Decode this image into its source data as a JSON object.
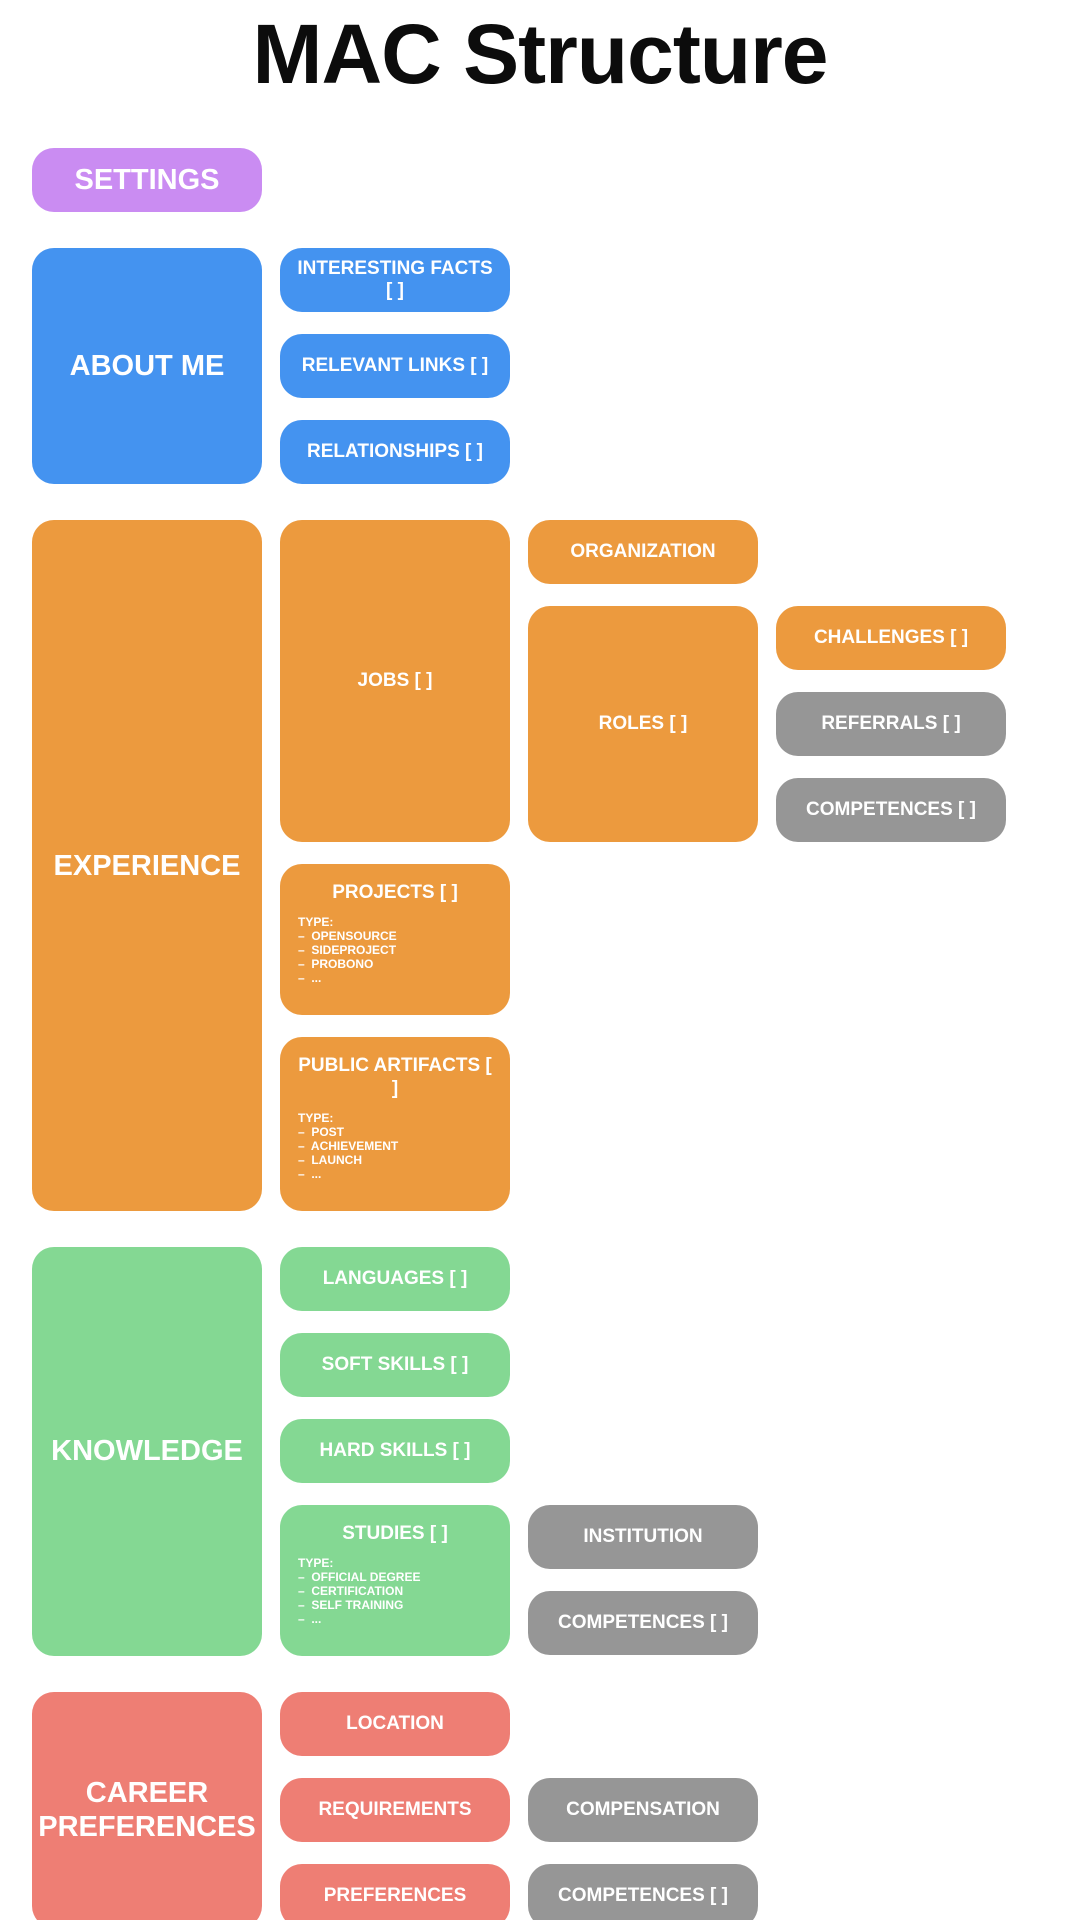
{
  "title": "MAC Structure",
  "colors": {
    "purple": "#ca8cf2",
    "blue": "#4493f0",
    "orange": "#ec9a3e",
    "green": "#84d893",
    "salmon": "#ee7e74",
    "gray": "#969696",
    "title_text": "#0c0c0c",
    "box_text": "#ffffff"
  },
  "nodes": {
    "settings": {
      "label": "SETTINGS"
    },
    "about_me": {
      "label": "ABOUT ME",
      "children": {
        "interesting_facts": {
          "label": "INTERESTING FACTS [ ]"
        },
        "relevant_links": {
          "label": "RELEVANT LINKS [ ]"
        },
        "relationships": {
          "label": "RELATIONSHIPS [ ]"
        }
      }
    },
    "experience": {
      "label": "EXPERIENCE",
      "children": {
        "jobs": {
          "label": "JOBS [ ]",
          "children": {
            "organization": {
              "label": "ORGANIZATION"
            },
            "roles": {
              "label": "ROLES [ ]",
              "children": {
                "challenges": {
                  "label": "CHALLENGES [ ]"
                },
                "referrals": {
                  "label": "REFERRALS [ ]"
                },
                "competences": {
                  "label": "COMPETENCES [ ]"
                }
              }
            }
          }
        },
        "projects": {
          "label": "PROJECTS [ ]",
          "lines": [
            "TYPE:",
            "–  OPENSOURCE",
            "–  SIDEPROJECT",
            "–  PROBONO",
            "–  ..."
          ]
        },
        "public_artifacts": {
          "label": "PUBLIC ARTIFACTS [ ]",
          "lines": [
            "TYPE:",
            "–  POST",
            "–  ACHIEVEMENT",
            "–  LAUNCH",
            "–  ..."
          ]
        }
      }
    },
    "knowledge": {
      "label": "KNOWLEDGE",
      "children": {
        "languages": {
          "label": "LANGUAGES [ ]"
        },
        "soft_skills": {
          "label": "SOFT SKILLS [ ]"
        },
        "hard_skills": {
          "label": "HARD SKILLS [ ]"
        },
        "studies": {
          "label": "STUDIES [ ]",
          "lines": [
            "TYPE:",
            "–  OFFICIAL DEGREE",
            "–  CERTIFICATION",
            "–  SELF TRAINING",
            "–  ..."
          ],
          "children": {
            "institution": {
              "label": "INSTITUTION"
            },
            "competences": {
              "label": "COMPETENCES [ ]"
            }
          }
        }
      }
    },
    "career_preferences": {
      "label": "CAREER PREFERENCES",
      "children": {
        "location": {
          "label": "LOCATION"
        },
        "requirements": {
          "label": "REQUIREMENTS",
          "children": {
            "compensation": {
              "label": "COMPENSATION"
            }
          }
        },
        "preferences": {
          "label": "PREFERENCES",
          "children": {
            "competences": {
              "label": "COMPETENCES [ ]"
            }
          }
        }
      }
    }
  }
}
